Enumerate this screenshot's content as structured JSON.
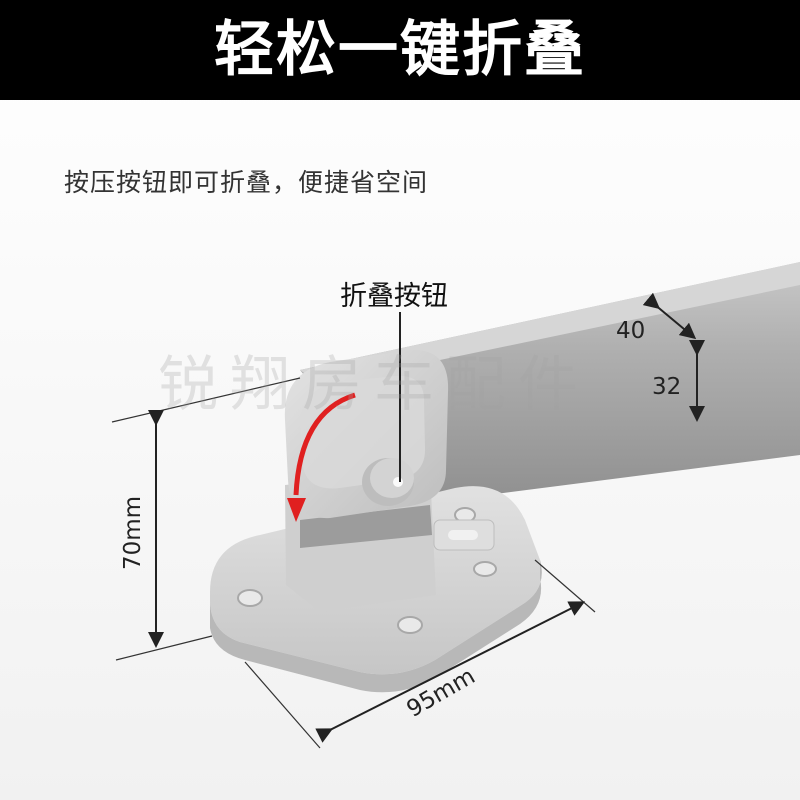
{
  "header": {
    "title": "轻松一键折叠"
  },
  "subtitle": "按压按钮即可折叠，便捷省空间",
  "labels": {
    "button": "折叠按钮",
    "dim_width": "40",
    "dim_height": "32",
    "dim_base_height": "70mm",
    "dim_base_length": "95mm"
  },
  "watermark": "锐翔房车配件",
  "colors": {
    "header_bg": "#000000",
    "header_text": "#ffffff",
    "tube": "#a9a9a9",
    "part": "#d4d4d4",
    "arrow": "#e02020"
  }
}
